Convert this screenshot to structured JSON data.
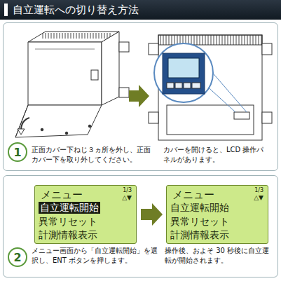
{
  "diagram": {
    "title": "自立運転への切り替え方法",
    "nodes": [
      {
        "text": [
          "正面カバー下ねじ３ヵ所を外し、正面カバー下を取り外してください。",
          "カバーを開けると、LCD 操作パネルがあります。"
        ]
      },
      {
        "text": [
          "1"
        ],
        "in": 0
      },
      {
        "text": [
          "メニュー画面から「自立運転開始」を選択し、ENT ボタンを押します。",
          "操作後、およそ 30 秒後に自立運転が開始されます。"
        ]
      },
      {
        "text": [
          "2"
        ],
        "in": 2
      },
      {
        "text": [
          "メニュー",
          "1/3",
          "△▼",
          "自立運転開始",
          "異常リセット",
          "計測情報表示"
        ],
        "in": 2
      },
      {
        "text": [
          "メニュー",
          "1/3",
          "△▼",
          "自立運転開始",
          "異常リセット",
          "計測情報表示"
        ],
        "in": 2
      }
    ],
    "edges": [
      {
        "from": 4,
        "to": 5,
        "arrow": "to"
      }
    ]
  }
}
